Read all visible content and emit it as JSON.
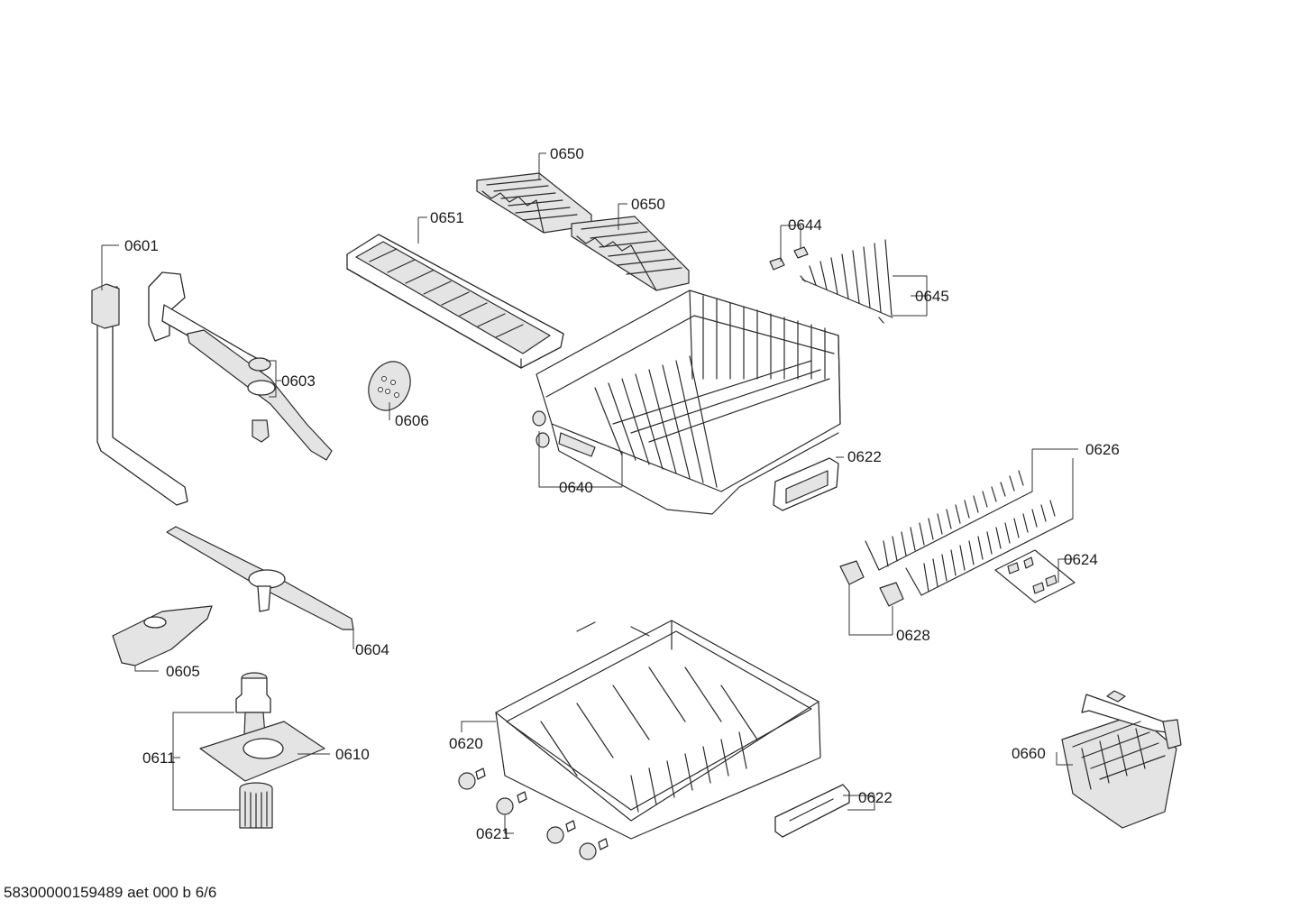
{
  "labels": {
    "p0650a": "0650",
    "p0650b": "0650",
    "p0651": "0651",
    "p0644": "0644",
    "p0645": "0645",
    "p0601": "0601",
    "p0603": "0603",
    "p0606": "0606",
    "p0622a": "0622",
    "p0640": "0640",
    "p0626": "0626",
    "p0624": "0624",
    "p0628": "0628",
    "p0604": "0604",
    "p0605": "0605",
    "p0611": "0611",
    "p0610": "0610",
    "p0620": "0620",
    "p0621": "0621",
    "p0622b": "0622",
    "p0660": "0660"
  },
  "footer": {
    "code": "58300000159489 aet 000 b 6/6"
  }
}
